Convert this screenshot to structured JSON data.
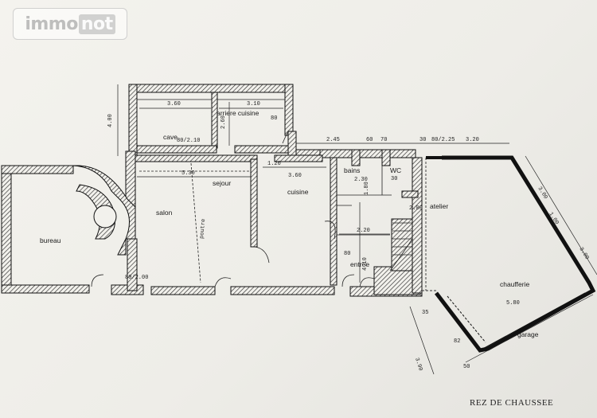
{
  "watermark": {
    "part1": "immo",
    "part2": "not"
  },
  "caption": "REZ DE CHAUSSEE",
  "rooms": {
    "cave": "cave",
    "arriere_cuisine": "arriere cuisine",
    "sejour": "sejour",
    "salon": "salon",
    "bureau": "bureau",
    "cuisine": "cuisine",
    "bains": "bains",
    "wc": "WC",
    "atelier": "atelier",
    "entree": "entree",
    "chaufferie": "chaufferie",
    "garage": "garage"
  },
  "annotations": {
    "poutre": "poutre",
    "cave_width": "3.60",
    "arriere_width": "3.10",
    "height_left": "4.00",
    "cave_height": "2.60",
    "sejour_width": "5.30",
    "cuisine_width": "3.60",
    "d_120": "1.20",
    "d_80": "80",
    "d_80_200": "80/2.00",
    "d_80_210": "80/2.10",
    "d_245": "2.45",
    "d_60": "60",
    "d_70": "70",
    "d_30": "30",
    "d_80b": "80",
    "d_225": "80/2.25",
    "d_320": "3.20",
    "bains_w": "2.30",
    "wc_w": "30",
    "d_180": "1.80",
    "entree_w": "2.20",
    "d_410": "4.10",
    "d_300a": "3.00",
    "d_300b": "3.00",
    "d_100": "1.00",
    "chauff_w": "5.80",
    "d_390": "3.90",
    "d_50": "50",
    "d_82": "82",
    "d_200": "2.00",
    "d_35": "35"
  }
}
